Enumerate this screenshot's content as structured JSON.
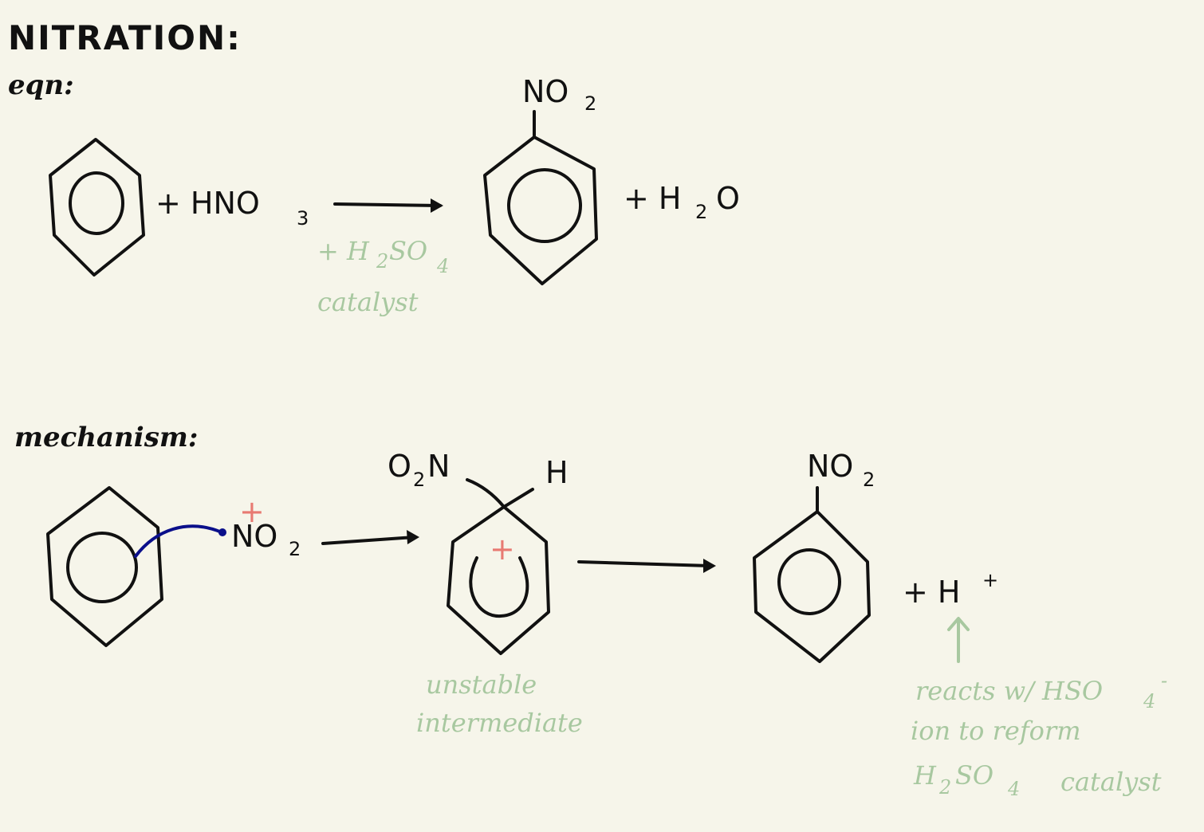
{
  "title": "NITRATION:",
  "section_equation": "eqn:",
  "section_mechanism": "mechanism:",
  "equation": {
    "reagent": "+ HNO",
    "reagent_sub": "3",
    "catalyst_line1": "+ H",
    "catalyst_h_sub": "2",
    "catalyst_so": "SO",
    "catalyst_so_sub": "4",
    "catalyst_line2": "catalyst",
    "product_group": "NO",
    "product_group_sub": "2",
    "byproduct": "+ H",
    "byproduct_sub": "2",
    "byproduct_o": "O"
  },
  "mechanism": {
    "electrophile_charge": "+",
    "electrophile": "NO",
    "electrophile_sub": "2",
    "intermediate_group": "O",
    "intermediate_group_sub": "2",
    "intermediate_group_n": "N",
    "intermediate_h": "H",
    "intermediate_charge": "+",
    "intermediate_note_line1": "unstable",
    "intermediate_note_line2": "intermediate",
    "product_group": "NO",
    "product_group_sub": "2",
    "proton": "+ H",
    "proton_charge": "+",
    "note_line1": "reacts w/ HSO",
    "note_line1_sub": "4",
    "note_line1_charge": "-",
    "note_line2": "ion to reform",
    "note_line3": "H",
    "note_line3_sub": "2",
    "note_line3_so": "SO",
    "note_line3_so_sub": "4",
    "note_line3_rest": "catalyst"
  },
  "colors": {
    "ink": "#111111",
    "note_green": "#a8c8a0",
    "arrow_blue": "#0a0f8a",
    "charge_red": "#e87a72",
    "background": "#f6f5ea"
  }
}
